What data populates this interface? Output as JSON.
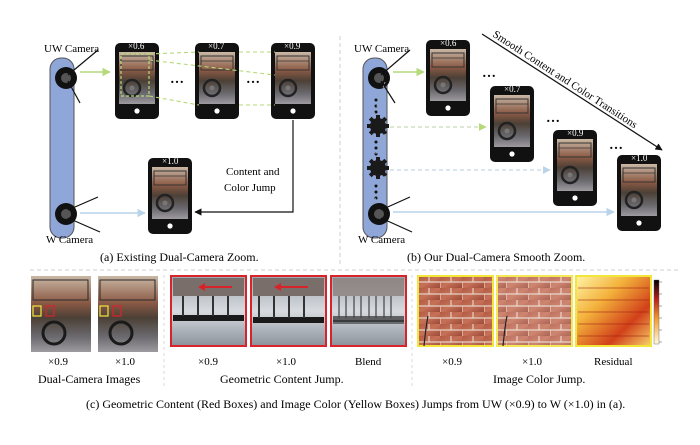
{
  "panel_a": {
    "uw_label": "UW Camera",
    "w_label": "W Camera",
    "zoom_labels": [
      "×0.6",
      "×0.7",
      "×0.9",
      "×1.0"
    ],
    "ellipsis": "…",
    "jump_line1": "Content and",
    "jump_line2": "Color Jump",
    "caption": "(a) Existing Dual-Camera Zoom."
  },
  "panel_b": {
    "uw_label": "UW Camera",
    "w_label": "W Camera",
    "zoom_labels": [
      "×0.6",
      "×0.7",
      "×0.9",
      "×1.0"
    ],
    "ellipsis": "…",
    "smooth_label": "Smooth Content and Color Transitions",
    "caption": "(b) Our Dual-Camera Smooth Zoom."
  },
  "panel_c": {
    "dual_labels": [
      "×0.9",
      "×1.0"
    ],
    "dual_title": "Dual-Camera Images",
    "geo_labels": [
      "×0.9",
      "×1.0",
      "Blend"
    ],
    "geo_title": "Geometric Content Jump.",
    "color_labels": [
      "×0.9",
      "×1.0",
      "Residual"
    ],
    "color_title": "Image Color Jump.",
    "caption": "(c) Geometric Content (Red Boxes) and Image Color (Yellow Boxes) Jumps from UW (×0.9) to W (×1.0) in (a)."
  },
  "colors": {
    "camera_bar": "#8fa6d9",
    "arrow_green": "#b6d97a",
    "arrow_blue": "#b9d4ea",
    "red_box": "#d9232b",
    "yellow_box": "#f2e63a"
  }
}
